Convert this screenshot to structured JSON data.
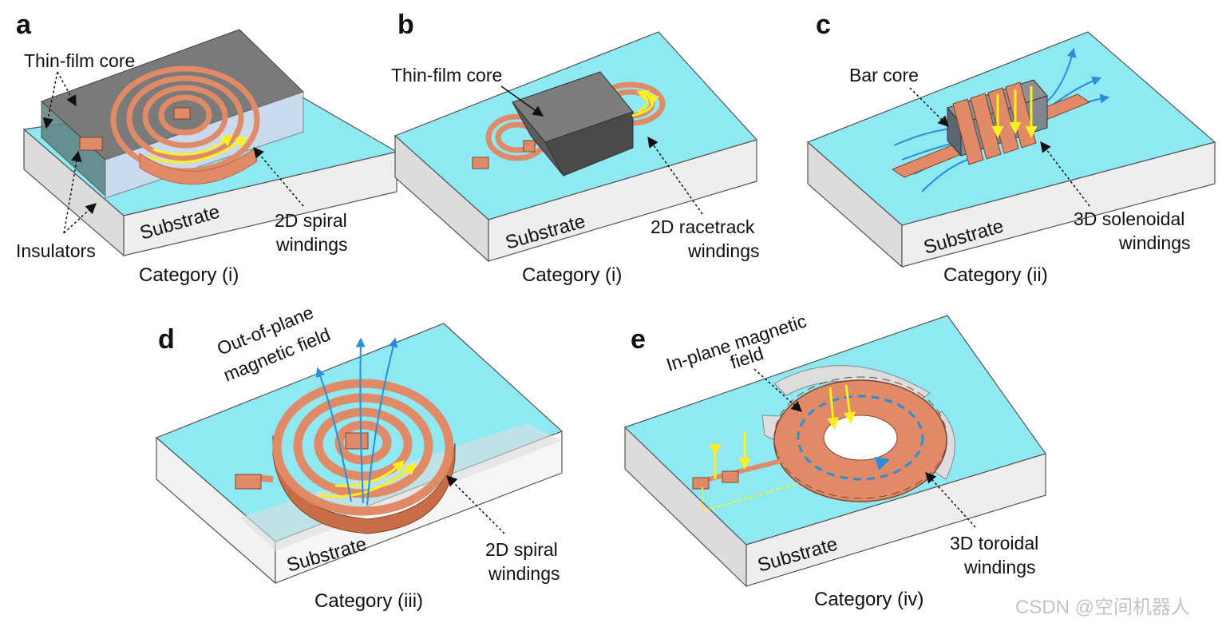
{
  "panels": {
    "a": {
      "label": "a",
      "core_label": "Thin-film core",
      "insulators_label": "Insulators",
      "substrate": "Substrate",
      "windings_line1": "2D spiral",
      "windings_line2": "windings",
      "category": "Category (i)"
    },
    "b": {
      "label": "b",
      "core_label": "Thin-film core",
      "substrate": "Substrate",
      "windings_line1": "2D racetrack",
      "windings_line2": "windings",
      "category": "Category (i)"
    },
    "c": {
      "label": "c",
      "core_label": "Bar core",
      "substrate": "Substrate",
      "windings_line1": "3D solenoidal",
      "windings_line2": "windings",
      "category": "Category (ii)"
    },
    "d": {
      "label": "d",
      "field_line1": "Out-of-plane",
      "field_line2": "magnetic field",
      "substrate": "Substrate",
      "windings_line1": "2D spiral",
      "windings_line2": "windings",
      "category": "Category (iii)"
    },
    "e": {
      "label": "e",
      "field_line1": "In-plane magnetic",
      "field_line2": "field",
      "substrate": "Substrate",
      "windings_line1": "3D toroidal",
      "windings_line2": "windings",
      "category": "Category (iv)"
    }
  },
  "watermark": "CSDN @空间机器人",
  "colors": {
    "substrate_top": "#8ee9f2",
    "substrate_side": "#e2e2e2",
    "copper": "#e08a68",
    "copper_dark": "#b9623f",
    "core": "#6e6e6e",
    "current_arrow": "#ffee22",
    "field_line": "#2a8fd8"
  }
}
